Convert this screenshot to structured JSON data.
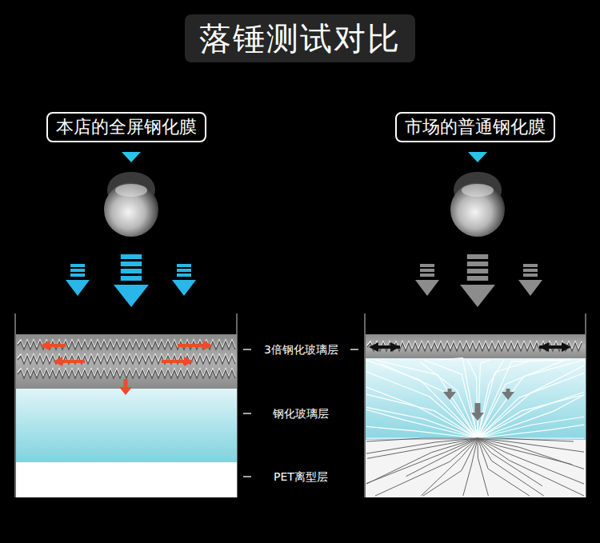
{
  "diagram": {
    "title": "落锤测试对比",
    "nodes": [
      {
        "text": [
          "本店的全屏钢化膜"
        ]
      },
      {
        "text": [
          "市场的普通钢化膜"
        ]
      }
    ],
    "labels": [
      "3倍钢化玻璃层",
      "钢化玻璃层",
      "PET离型层"
    ]
  }
}
